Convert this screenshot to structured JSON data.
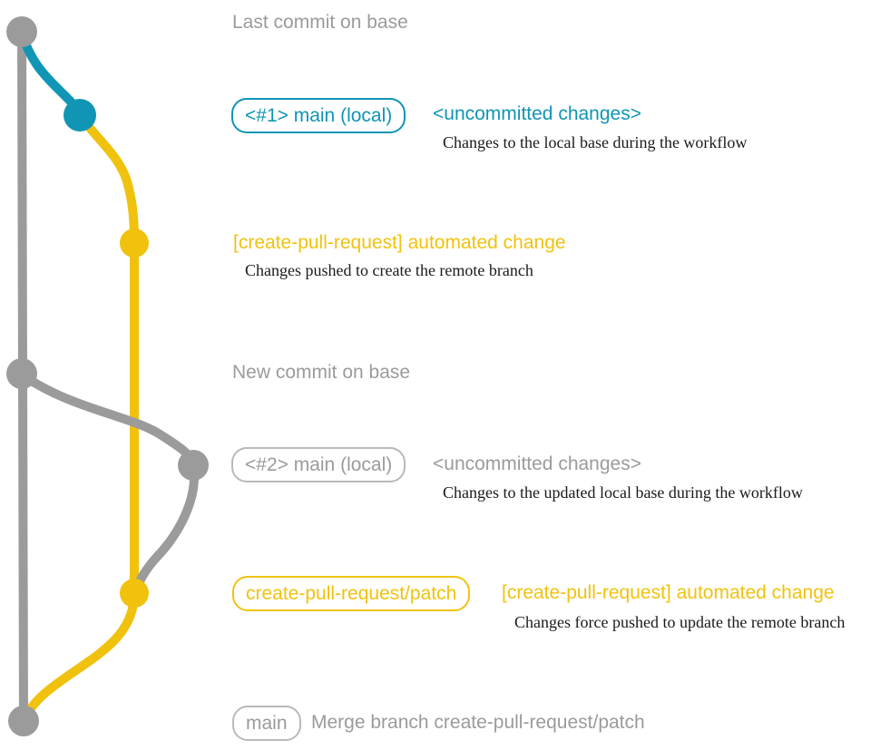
{
  "colors": {
    "background": "#ffffff",
    "base-gray": "#9b9b9b",
    "label-gray-border": "#b9b9b9",
    "accent-blue": "#1095b5",
    "accent-yellow": "#f0c20e",
    "caption-black": "#1a1a1a"
  },
  "annotations": {
    "last_commit": "Last commit on base",
    "new_commit": "New commit on base"
  },
  "commits": {
    "local1": {
      "branch_tag": "<#1> main (local)",
      "message": "<uncommitted changes>",
      "caption": "Changes to the local base during the workflow"
    },
    "remote1": {
      "message": "[create-pull-request] automated change",
      "caption": "Changes pushed to create the remote branch"
    },
    "local2": {
      "branch_tag": "<#2> main (local)",
      "message": "<uncommitted changes>",
      "caption": "Changes to the updated local base during the workflow"
    },
    "remote2": {
      "branch_tag": "create-pull-request/patch",
      "message": "[create-pull-request] automated change",
      "caption": "Changes force pushed to update the remote branch"
    },
    "merge": {
      "branch_tag": "main",
      "message": "Merge branch create-pull-request/patch"
    }
  }
}
